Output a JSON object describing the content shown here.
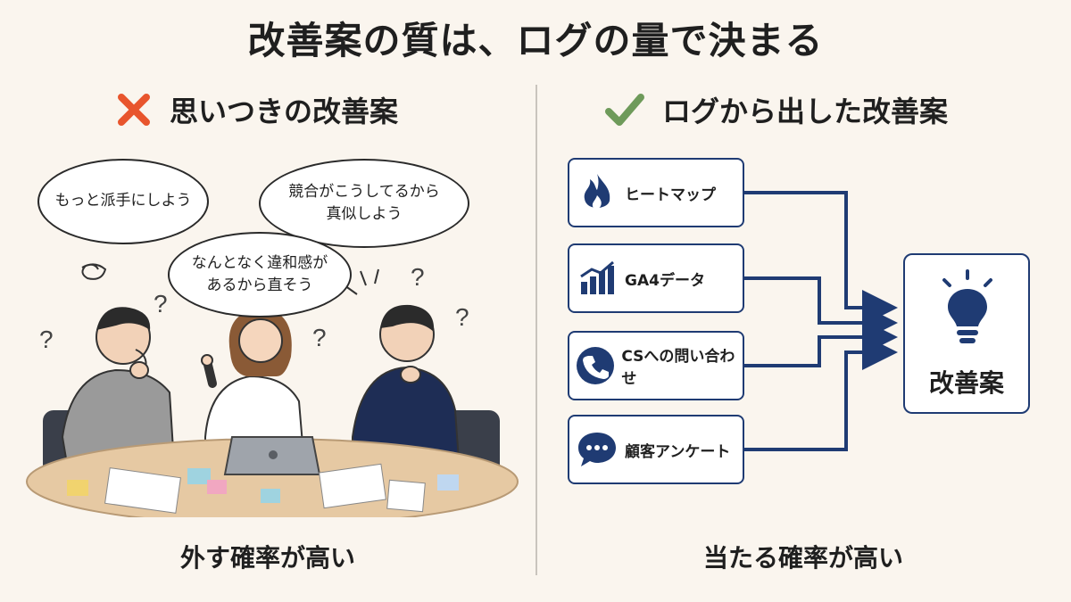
{
  "title": "改善案の質は、ログの量で決まる",
  "left": {
    "heading": "思いつきの改善案",
    "bubbles": [
      "もっと派手にしよう",
      "競合がこうしてるから",
      "真似しよう",
      "なんとなく違和感が",
      "あるから直そう"
    ],
    "footer": "外す確率が高い"
  },
  "right": {
    "heading": "ログから出した改善案",
    "sources": [
      {
        "label": "ヒートマップ",
        "icon": "flame-icon"
      },
      {
        "label": "GA4データ",
        "icon": "bar-chart-icon"
      },
      {
        "label": "CSへの問い合わせ",
        "icon": "phone-icon"
      },
      {
        "label": "顧客アンケート",
        "icon": "chat-bubble-icon"
      }
    ],
    "target": {
      "label": "改善案",
      "icon": "lightbulb-icon"
    },
    "footer": "当たる確率が高い"
  },
  "colors": {
    "navy": "#1f3b73",
    "cross": "#e8552d",
    "check": "#6e9a5a"
  }
}
